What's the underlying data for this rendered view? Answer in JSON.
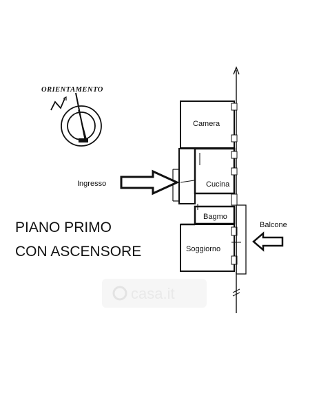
{
  "orientation": {
    "label": "ORIENTAMENTO",
    "icon": "compass-north-icon",
    "north_mark": "N"
  },
  "rooms": {
    "camera": "Camera",
    "cucina": "Cucina",
    "bagno": "Bagmo",
    "soggiorno": "Soggiorno"
  },
  "side_labels": {
    "ingresso": "Ingresso",
    "balcone": "Balcone"
  },
  "title": {
    "line1": "PIANO PRIMO",
    "line2": "CON ASCENSORE"
  },
  "watermark": {
    "text": "casa.it",
    "icon": "casa-logo-icon"
  }
}
